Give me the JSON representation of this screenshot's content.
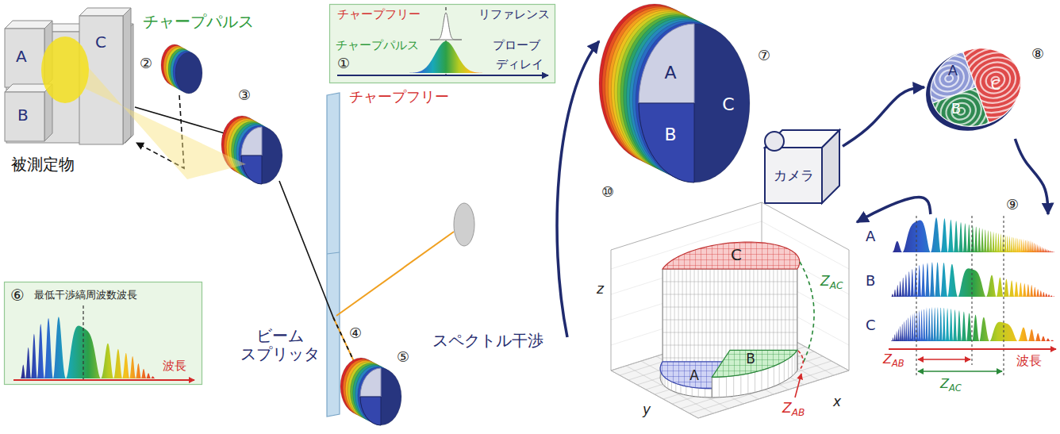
{
  "diagram": {
    "nodes": [
      {
        "text": [
          "A",
          "B",
          "C",
          "被測定物"
        ]
      },
      {
        "text": [
          "チャープフリー",
          "リファレンス",
          "チャープパルス",
          "プローブ",
          "①",
          "ディレイ"
        ]
      },
      {
        "text": [
          "⑥",
          "最低干渉縞周波数波長",
          "波長"
        ]
      },
      {
        "text": [
          "A",
          "B",
          "C"
        ]
      },
      {
        "text": [
          "カメラ"
        ]
      },
      {
        "text": [
          "A",
          "C",
          "B"
        ]
      },
      {
        "text": [
          "A",
          "B",
          "C",
          "ZAB",
          "ZAC",
          "波長"
        ]
      },
      {
        "text": [
          "C",
          "A",
          "B",
          "ZAC",
          "ZAB",
          "z",
          "x",
          "y"
        ]
      }
    ],
    "edges": [
      {
        "from": 4,
        "to": 5,
        "arrow": "to"
      },
      {
        "from": 5,
        "to": 6,
        "arrow": "to"
      },
      {
        "from": 6,
        "to": 7,
        "arrow": "to"
      }
    ],
    "labels": [
      "チャープパルス",
      "②",
      "③",
      "チャープフリー",
      "④",
      "ビーム スプリッタ",
      "スペクトル干渉",
      "⑤",
      "⑦",
      "⑧",
      "⑨",
      "⑩"
    ]
  }
}
